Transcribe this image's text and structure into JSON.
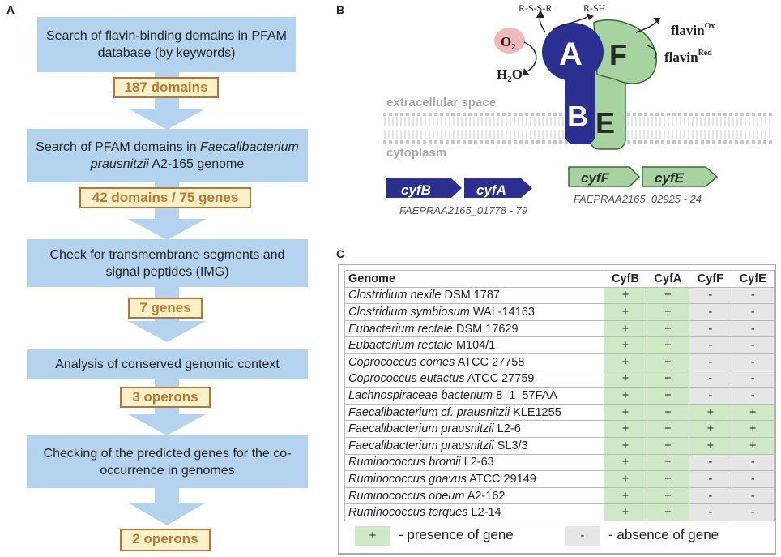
{
  "panel_labels": {
    "a": "A",
    "b": "B",
    "c": "C"
  },
  "flow": {
    "steps": [
      "Search of flavin-binding domains in PFAM database (by keywords)",
      "Search of PFAM domains in Faecalibacterium prausnitzii A2-165 genome",
      "Check for transmembrane segments and signal peptides (IMG)",
      "Analysis of conserved genomic context",
      "Checking of the predicted genes for the co-occurrence in genomes"
    ],
    "step2_parts": {
      "pre": "Search of PFAM domains in ",
      "italic": "Faecalibacterium prausnitzii",
      "post": " A2-165 genome"
    },
    "results": [
      "187 domains",
      "42 domains / 75 genes",
      "7 genes",
      "3 operons",
      "2 operons"
    ]
  },
  "diagram": {
    "sub_a": "A",
    "sub_f": "F",
    "sub_b": "B",
    "sub_e": "E",
    "o2": "O",
    "o2_sub": "2",
    "h2o_pre": "H",
    "h2o_sub": "2",
    "h2o_post": "O",
    "rssr": "R-S-S-R",
    "rsh": "R-SH",
    "flavin_ox": "flavin",
    "flavin_ox_sup": "Ox",
    "flavin_red": "flavin",
    "flavin_red_sup": "Red",
    "extracellular": "extracellular space",
    "cytoplasm": "cytoplasm",
    "gene_cyfB": "cyfB",
    "gene_cyfA": "cyfA",
    "gene_cyfF": "cyfF",
    "gene_cyfE": "cyfE",
    "locus_1": "FAEPRAA2165_01778 - 79",
    "locus_2": "FAEPRAA2165_02925 - 24",
    "colors": {
      "navy": "#2b2f8f",
      "green": "#a6d3a0",
      "green_dark": "#3a6b3a",
      "o2_pink": "#f1b9b9"
    }
  },
  "table": {
    "headers": [
      "Genome",
      "CyfB",
      "CyfA",
      "CyfF",
      "CyfE"
    ],
    "rows": [
      {
        "italic": "Clostridium nexile",
        "strain": " DSM 1787",
        "vals": [
          "+",
          "+",
          "-",
          "-"
        ]
      },
      {
        "italic": "Clostridium symbiosum",
        "strain": " WAL-14163",
        "vals": [
          "+",
          "+",
          "-",
          "-"
        ]
      },
      {
        "italic": "Eubacterium rectale",
        "strain": " DSM 17629",
        "vals": [
          "+",
          "+",
          "-",
          "-"
        ]
      },
      {
        "italic": "Eubacterium rectale",
        "strain": " M104/1",
        "vals": [
          "+",
          "+",
          "-",
          "-"
        ]
      },
      {
        "italic": "Coprococcus comes",
        "strain": " ATCC 27758",
        "vals": [
          "+",
          "+",
          "-",
          "-"
        ]
      },
      {
        "italic": "Coprococcus eutactus",
        "strain": " ATCC 27759",
        "vals": [
          "+",
          "+",
          "-",
          "-"
        ]
      },
      {
        "italic": "Lachnospiraceae bacterium",
        "strain": " 8_1_57FAA",
        "vals": [
          "+",
          "+",
          "-",
          "-"
        ]
      },
      {
        "italic": "Faecalibacterium cf. prausnitzii",
        "strain": " KLE1255",
        "vals": [
          "+",
          "+",
          "+",
          "+"
        ]
      },
      {
        "italic": "Faecalibacterium prausnitzii",
        "strain": " L2-6",
        "vals": [
          "+",
          "+",
          "+",
          "+"
        ]
      },
      {
        "italic": "Faecalibacterium prausnitzii",
        "strain": " SL3/3",
        "vals": [
          "+",
          "+",
          "+",
          "+"
        ]
      },
      {
        "italic": "Ruminococcus bromii",
        "strain": " L2-63",
        "vals": [
          "+",
          "+",
          "-",
          "-"
        ]
      },
      {
        "italic": "Ruminococcus gnavus",
        "strain": " ATCC 29149",
        "vals": [
          "+",
          "+",
          "-",
          "-"
        ]
      },
      {
        "italic": "Ruminococcus obeum",
        "strain": " A2-162",
        "vals": [
          "+",
          "+",
          "-",
          "-"
        ]
      },
      {
        "italic": "Ruminococcus torques",
        "strain": " L2-14",
        "vals": [
          "+",
          "+",
          "-",
          "-"
        ]
      }
    ],
    "legend": {
      "plus": "+",
      "minus": "-",
      "presence": "- presence of gene",
      "absence": "- absence of gene"
    },
    "colors": {
      "present": "#cfe8c6",
      "absent": "#e6e6e6"
    }
  }
}
